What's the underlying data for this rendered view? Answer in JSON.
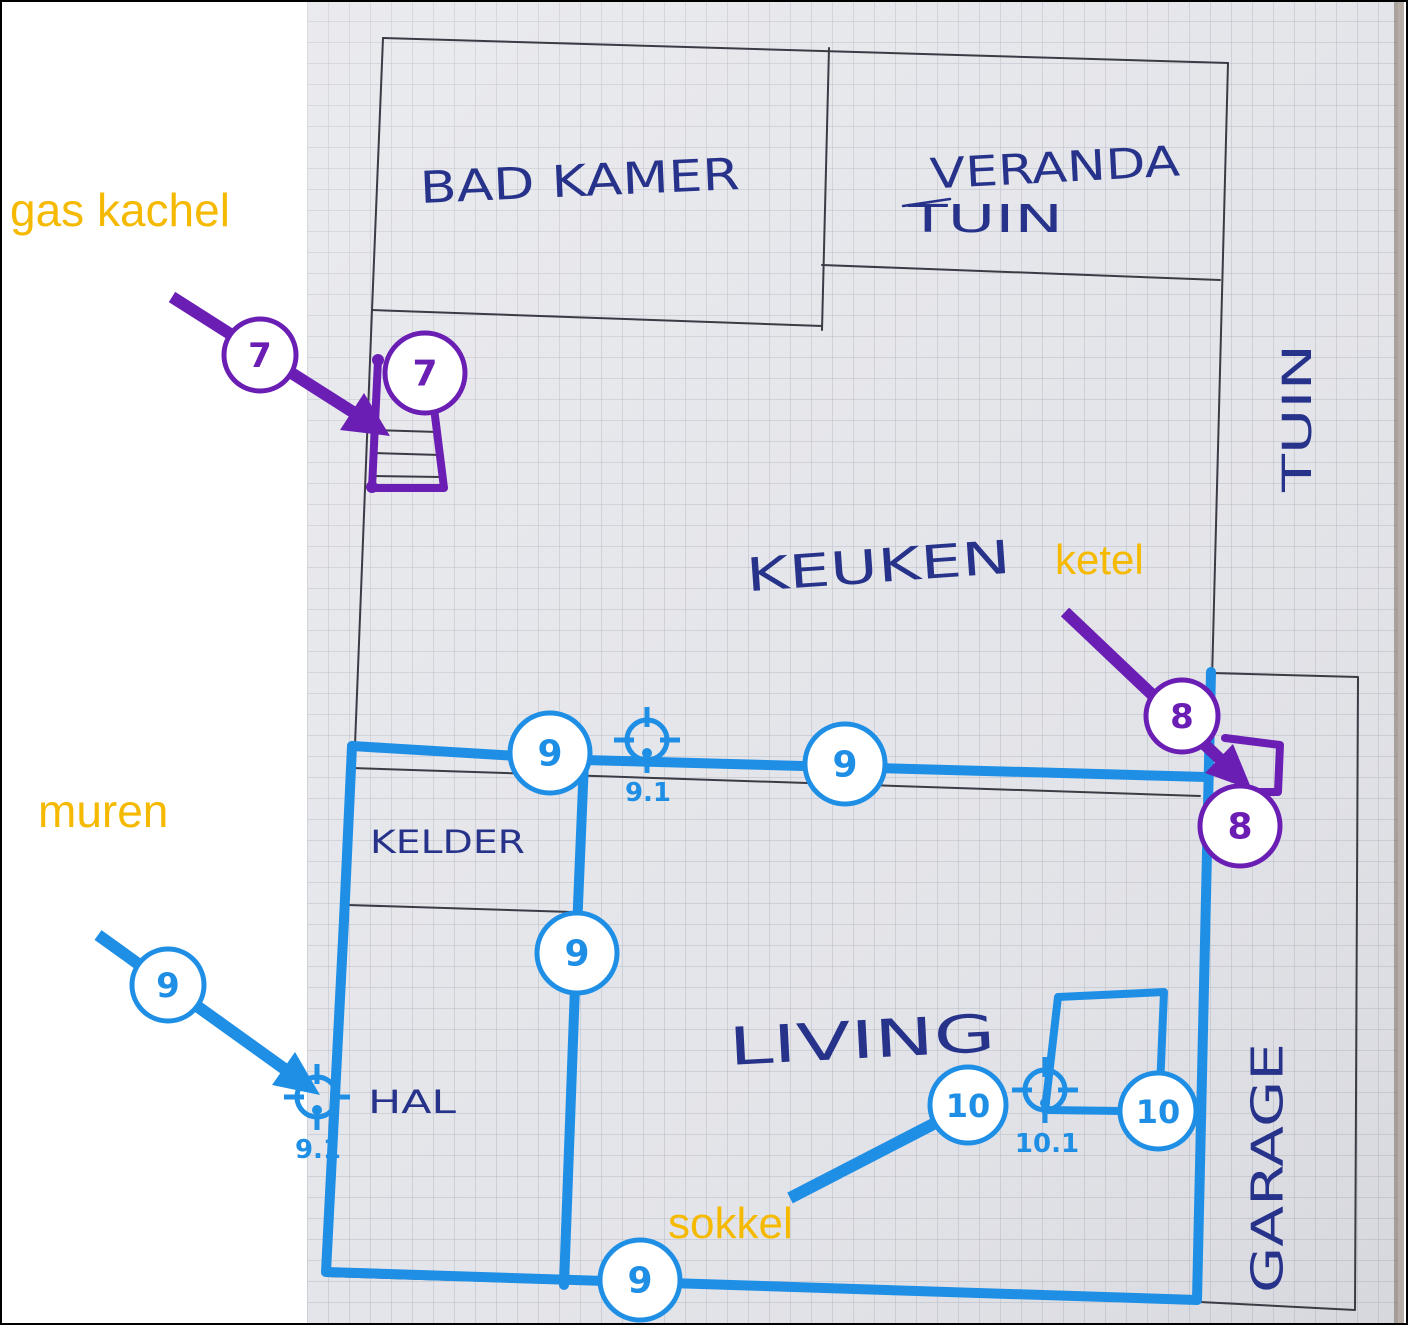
{
  "rooms": {
    "badkamer": "BAD KAMER",
    "veranda": "VERANDA",
    "veranda_tuin": "TUIN",
    "keuken": "KEUKEN",
    "kelder": "KELDER",
    "living": "LIVING",
    "hal": "HAL",
    "tuin": "TUIN",
    "garage": "GARAGE"
  },
  "annotations": {
    "gas_kachel": "gas kachel",
    "ketel": "ketel",
    "muren": "muren",
    "sokkel": "sokkel"
  },
  "markers": {
    "gas_kachel": [
      "7",
      "7"
    ],
    "ketel": [
      "8",
      "8"
    ],
    "muren": [
      "9",
      "9",
      "9",
      "9",
      "9"
    ],
    "sokkel": [
      "10",
      "10"
    ]
  },
  "crosshairs": [
    "9.1",
    "9.1",
    "10.1"
  ],
  "colors": {
    "annotation_text": "#F5BA00",
    "purple_markers": "#6A1EB4",
    "blue_markers": "#1F8FE6",
    "handwriting_ink": "#27338A"
  }
}
